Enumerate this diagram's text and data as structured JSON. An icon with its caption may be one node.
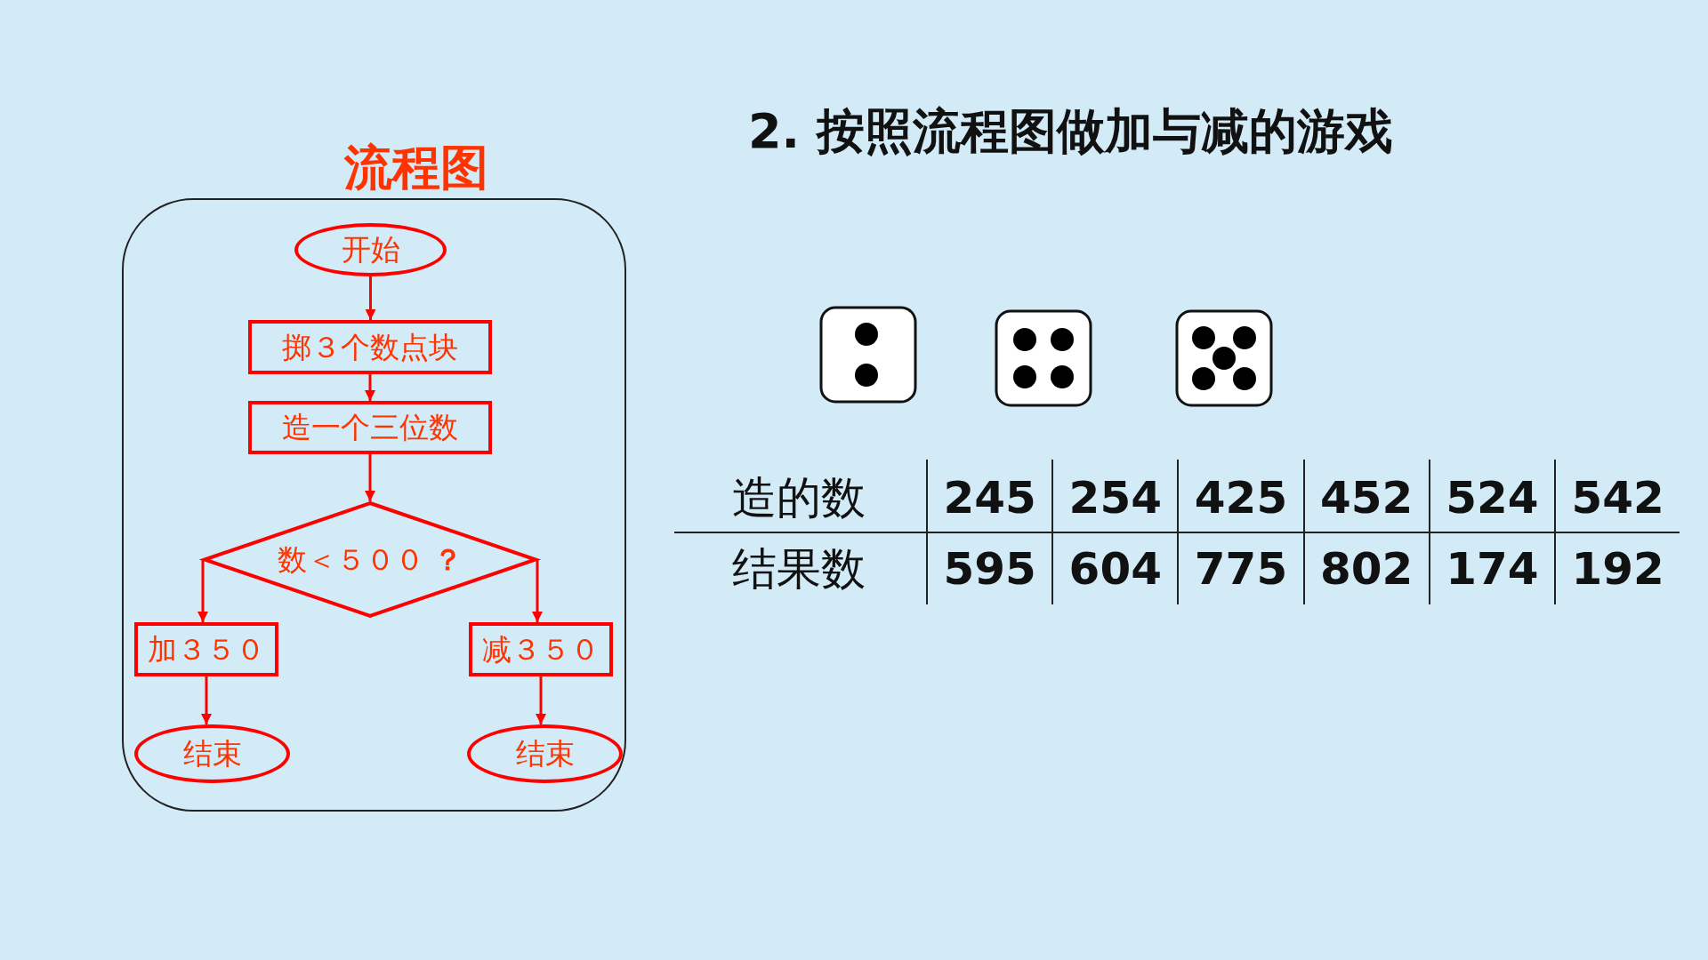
{
  "diagram": {
    "title": "2. 按照流程图做加与减的游戏",
    "nodes": [
      {
        "text": [
          "流程图"
        ]
      },
      {
        "text": [
          "开始"
        ],
        "in": 0
      },
      {
        "text": [
          "掷３个数点块"
        ],
        "in": 0
      },
      {
        "text": [
          "造一个三位数"
        ],
        "in": 0
      },
      {
        "text": [
          "数＜５００ **？**"
        ],
        "in": 0
      },
      {
        "text": [
          "加３５０"
        ],
        "in": 0
      },
      {
        "text": [
          "减３５０"
        ],
        "in": 0
      },
      {
        "text": [
          "结束"
        ],
        "in": 0
      },
      {
        "text": [
          "结束"
        ],
        "in": 0
      }
    ],
    "edges": [
      {
        "from": 1,
        "to": 2,
        "arrow": "to"
      },
      {
        "from": 2,
        "to": 3,
        "arrow": "to"
      },
      {
        "from": 3,
        "to": 4,
        "arrow": "to"
      },
      {
        "from": 4,
        "to": 5,
        "arrow": "to"
      },
      {
        "from": 4,
        "to": 6,
        "arrow": "to"
      },
      {
        "from": 5,
        "to": 7,
        "arrow": "to"
      },
      {
        "from": 6,
        "to": 8,
        "arrow": "to"
      }
    ],
    "labels": [
      "造的数",
      "245",
      "254",
      "425",
      "452",
      "524",
      "542",
      "结果数",
      "595",
      "604",
      "775",
      "802",
      "174",
      "192"
    ]
  }
}
